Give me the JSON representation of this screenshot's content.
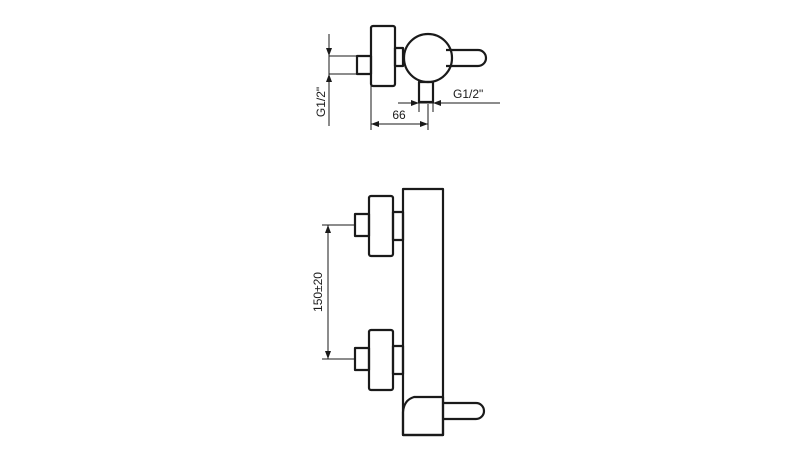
{
  "dimensions": {
    "side_inlet_thread": "G1/2\"",
    "bottom_outlet_thread": "G1/2\"",
    "depth": "66",
    "inlet_spacing": "150±20"
  },
  "colors": {
    "line": "#1a1a1a",
    "background": "#ffffff"
  }
}
